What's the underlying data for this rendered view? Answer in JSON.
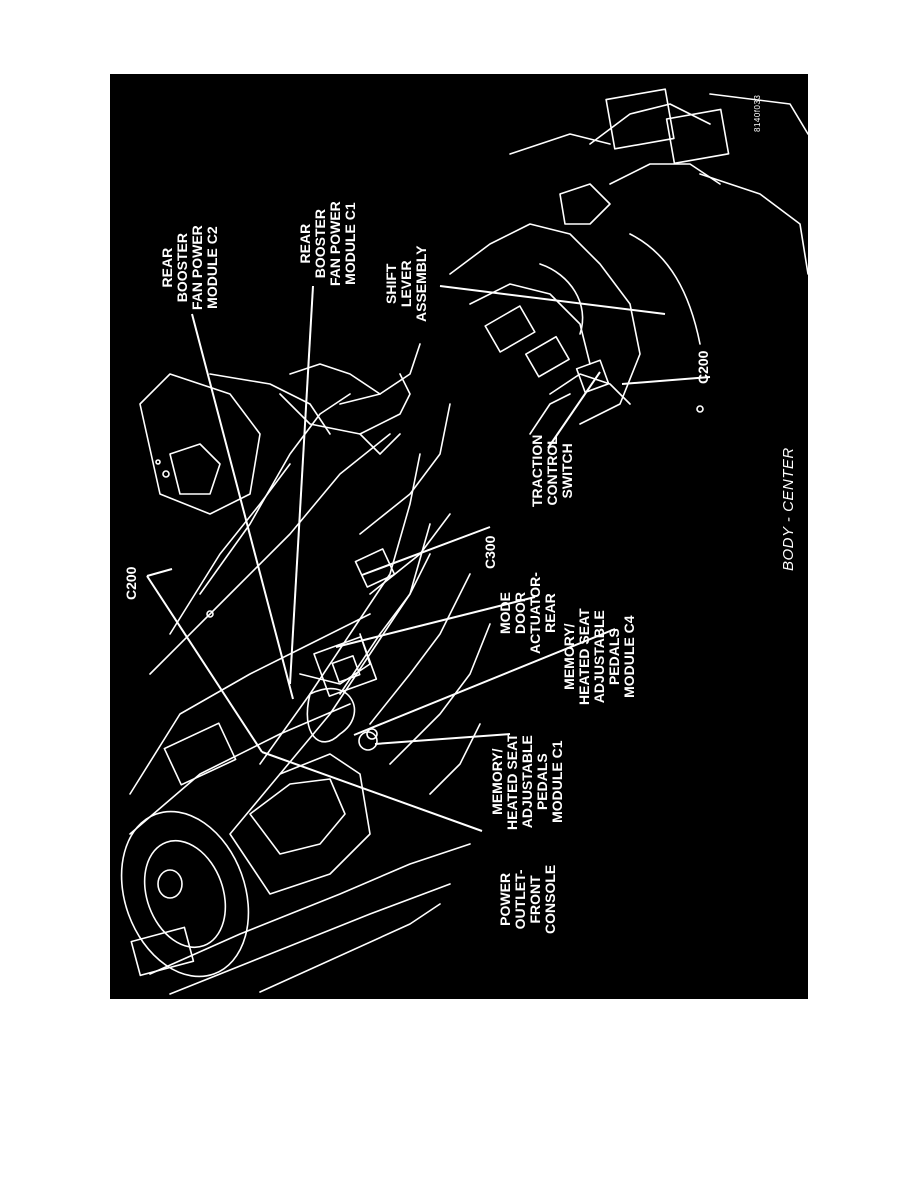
{
  "figure": {
    "id": "8140f033",
    "caption": "BODY - CENTER",
    "colors": {
      "background": "#000000",
      "ink": "#ffffff",
      "page": "#ffffff"
    }
  },
  "labels": [
    {
      "key": "rear_booster_c2",
      "lines": [
        "REAR",
        "BOOSTER",
        "FAN POWER",
        "MODULE C2"
      ]
    },
    {
      "key": "rear_booster_c1",
      "lines": [
        "REAR",
        "BOOSTER",
        "FAN POWER",
        "MODULE C1"
      ]
    },
    {
      "key": "shift_lever",
      "lines": [
        "SHIFT",
        "LEVER",
        "ASSEMBLY"
      ]
    },
    {
      "key": "c200_top",
      "lines": [
        "C200"
      ]
    },
    {
      "key": "c200_right",
      "lines": [
        "C200"
      ]
    },
    {
      "key": "traction_control",
      "lines": [
        "TRACTION",
        "CONTROL",
        "SWITCH"
      ]
    },
    {
      "key": "c300",
      "lines": [
        "C300"
      ]
    },
    {
      "key": "mode_door",
      "lines": [
        "MODE",
        "DOOR",
        "ACTUATOR-",
        "REAR"
      ]
    },
    {
      "key": "memory_c4",
      "lines": [
        "MEMORY/",
        "HEATED SEAT",
        "ADJUSTABLE",
        "PEDALS",
        "MODULE C4"
      ]
    },
    {
      "key": "memory_c1",
      "lines": [
        "MEMORY/",
        "HEATED SEAT",
        "ADJUSTABLE",
        "PEDALS",
        "MODULE C1"
      ]
    },
    {
      "key": "power_outlet",
      "lines": [
        "POWER",
        "OUTLET-",
        "FRONT",
        "CONSOLE"
      ]
    }
  ]
}
